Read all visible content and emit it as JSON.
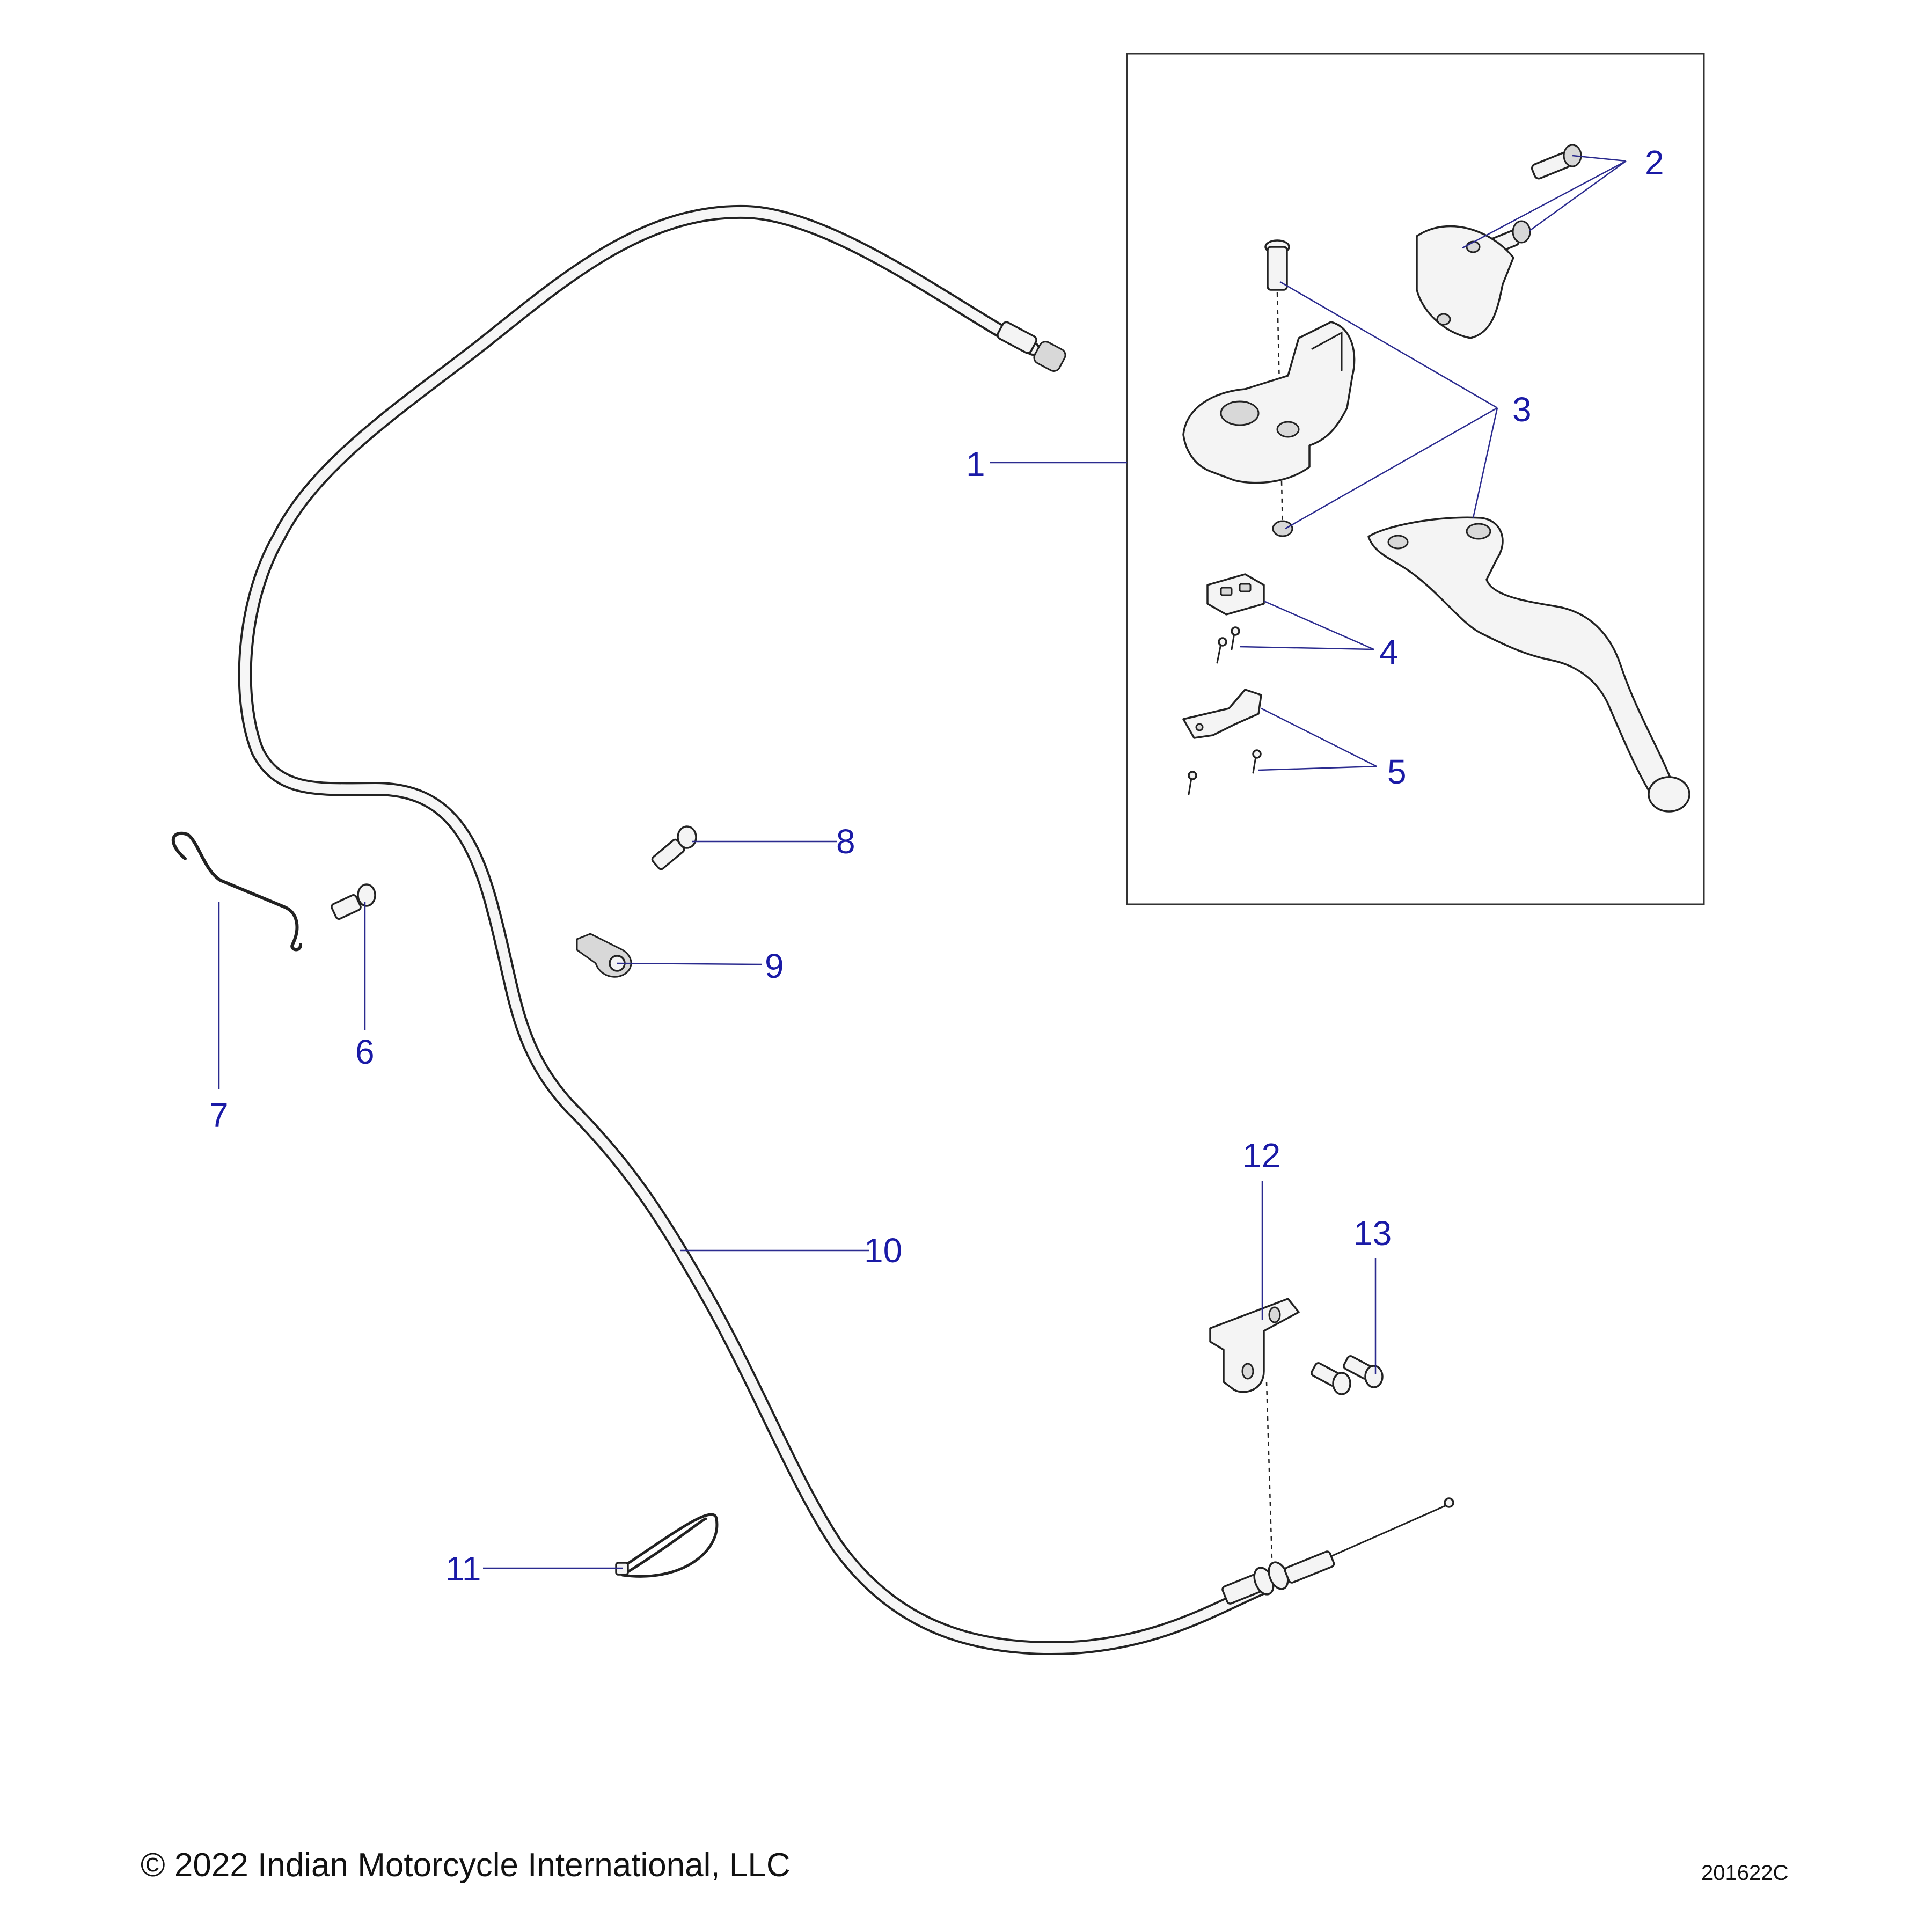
{
  "callouts": {
    "c1": "1",
    "c2": "2",
    "c3": "3",
    "c4": "4",
    "c5": "5",
    "c6": "6",
    "c7": "7",
    "c8": "8",
    "c9": "9",
    "c10": "10",
    "c11": "11",
    "c12": "12",
    "c13": "13"
  },
  "footer": {
    "copyright": "© 2022 Indian Motorcycle International, LLC",
    "drawing_number": "201622C"
  },
  "colors": {
    "callout_text": "#1a1aa6",
    "leader_line": "#2b2b8f",
    "part_outline": "#222222",
    "background": "#ffffff"
  }
}
